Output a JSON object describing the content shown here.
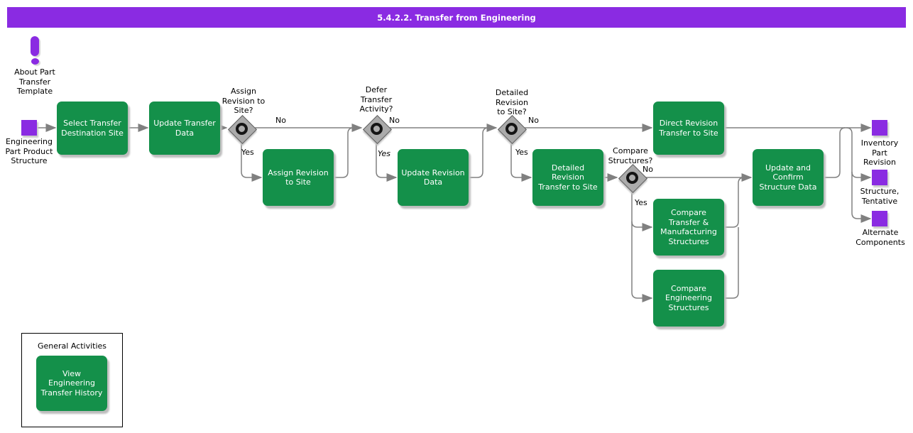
{
  "title_bar": {
    "text": "5.4.2.2. Transfer from Engineering"
  },
  "about": {
    "label": "About Part\nTransfer\nTemplate"
  },
  "events": {
    "engineering": {
      "label": "Engineering\nPart Product\nStructure"
    },
    "inventory": {
      "label": "Inventory\nPart\nRevision"
    },
    "tentative": {
      "label": "Structure,\nTentative"
    },
    "alternate": {
      "label": "Alternate\nComponents"
    }
  },
  "tasks": {
    "select_site": {
      "label": "Select Transfer\nDestination Site"
    },
    "update_transfer": {
      "label": "Update Transfer\nData"
    },
    "assign_revision": {
      "label": "Assign Revision\nto Site"
    },
    "update_revision": {
      "label": "Update Revision\nData"
    },
    "detailed_revision": {
      "label": "Detailed\nRevision\nTransfer to Site"
    },
    "direct_revision": {
      "label": "Direct Revision\nTransfer to Site"
    },
    "compare_transfer_mfg": {
      "label": "Compare\nTransfer &\nManufacturing\nStructures"
    },
    "compare_engineering": {
      "label": "Compare\nEngineering\nStructures"
    },
    "update_confirm": {
      "label": "Update and\nConfirm\nStructure Data"
    },
    "view_history": {
      "label": "View\nEngineering\nTransfer History"
    }
  },
  "decisions": {
    "assign": {
      "question": "Assign\nRevision to\nSite?",
      "yes": "Yes",
      "no": "No"
    },
    "defer": {
      "question": "Defer\nTransfer\nActivity?",
      "yes": "Yes",
      "no": "No"
    },
    "detailed": {
      "question": "Detailed\nRevision\nto Site?",
      "yes": "Yes",
      "no": "No"
    },
    "compare": {
      "question": "Compare\nStructures?",
      "yes": "Yes",
      "no": "No"
    }
  },
  "general": {
    "title": "General Activities"
  },
  "colors": {
    "purple": "#8A2BE2",
    "green": "#14904A",
    "line": "#808080"
  }
}
